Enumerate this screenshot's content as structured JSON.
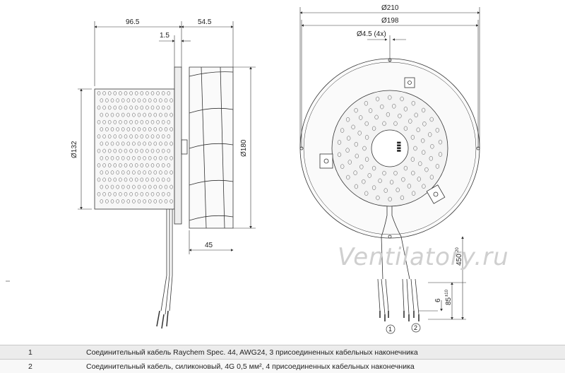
{
  "dimensions": {
    "side_depth_left": "96.5",
    "side_depth_right": "54.5",
    "flange_thickness": "1.5",
    "rotor_diameter": "Ø132",
    "impeller_diameter": "Ø180",
    "impeller_height": "45",
    "outer_diameter": "Ø210",
    "hole_circle_diameter": "Ø198",
    "mount_holes": "Ø4.5 (4x)",
    "cable_length": "450",
    "cable_length_tol": "-20",
    "strip_length": "85",
    "strip_length_tol": "±10",
    "wire_strip": "6"
  },
  "callouts": [
    "1",
    "2"
  ],
  "watermark": "Ventilatory.ru",
  "legend": [
    {
      "num": "1",
      "text": "Соединительный кабель Raychem Spec. 44, AWG24, 3 присоединенных кабельных наконечника"
    },
    {
      "num": "2",
      "text": "Соединительный кабель, силиконовый, 4G 0,5 мм², 4 присоединенных кабельных наконечника"
    }
  ],
  "colors": {
    "line": "#333333",
    "table_odd": "#ececec",
    "table_even": "#f8f8f8"
  }
}
